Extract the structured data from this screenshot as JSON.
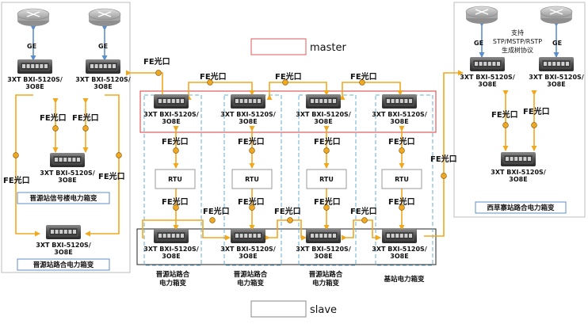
{
  "legend": {
    "master": "master",
    "slave": "slave"
  },
  "switch_model_line1": "3XT BXI-5120S/",
  "switch_model_line2": "3O8E",
  "fe_port": "FE光口",
  "ge": "GE",
  "rtu": "RTU",
  "stp_note": [
    "支持",
    "STP/MSTP/RSTP",
    "生成树协议"
  ],
  "captions": {
    "left_signal": "晋源站信号楼电力箱变",
    "left_road": "晋源站路合电力箱变",
    "right_box": "西草寨站路合电力箱变",
    "col1": [
      "晋源站路合",
      "电力箱变"
    ],
    "col2": [
      "晋源站路合",
      "电力箱变"
    ],
    "col3": [
      "晋源站路合",
      "电力箱变"
    ],
    "col4": [
      "基站电力箱变"
    ]
  },
  "colors": {
    "fiber": "#f0a81e",
    "ge_link": "#5b8fc9",
    "master_box": "#e05a5a",
    "dashed": "#6aaed6",
    "router": "#b8b8b8"
  }
}
